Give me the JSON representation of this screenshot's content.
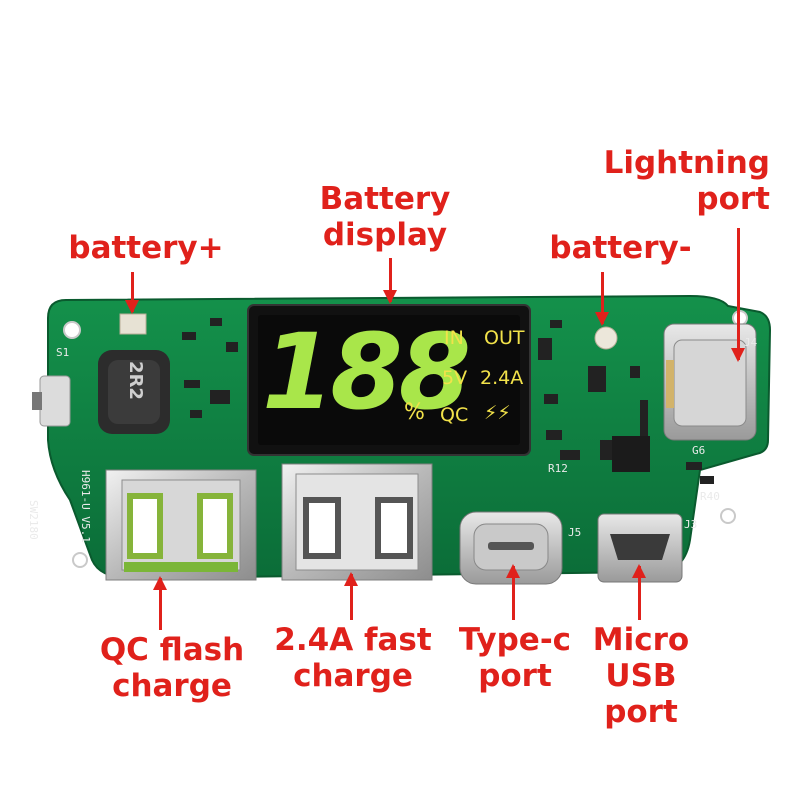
{
  "labels": {
    "battery_plus": "battery+",
    "battery_display": [
      "Battery",
      "display"
    ],
    "battery_minus": "battery-",
    "lightning_port": [
      "Lightning",
      "port"
    ],
    "qc_flash_charge": [
      "QC flash",
      "charge"
    ],
    "fast_charge": [
      "2.4A fast",
      "charge"
    ],
    "type_c_port": [
      "Type-c",
      "port"
    ],
    "micro_usb_port": [
      "Micro",
      "USB",
      "port"
    ]
  },
  "lcd": {
    "digits": "188",
    "percent": "%",
    "in": "IN",
    "out": "OUT",
    "volt": "5V",
    "amp": "2.4A",
    "qc": "QC",
    "bolt": "⚡⚡"
  },
  "silkscreen": {
    "inductor": "2R2",
    "model": "SW2180",
    "version": "H961-U V5.1",
    "j5": "J5",
    "j3": "J3",
    "r12": "R12",
    "r40": "R40",
    "g6": "G6",
    "s1": "S1",
    "j4": "J4"
  },
  "colors": {
    "label": "#e0211b",
    "pcb": "#0e7a3f",
    "lcd_digits": "#a9e64a",
    "lcd_text": "#f2e24a"
  }
}
